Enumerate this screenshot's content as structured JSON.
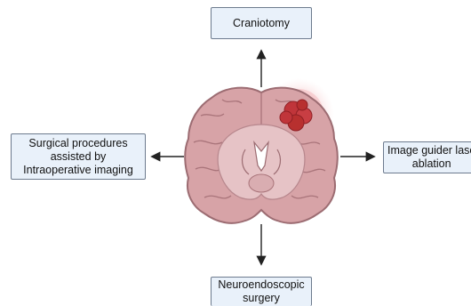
{
  "nodes": {
    "top": {
      "line1": "Craniotomy"
    },
    "left": {
      "line1": "Surgical procedures",
      "line2": "assisted by",
      "line3": "Intraoperative imaging"
    },
    "right": {
      "line1": "Image guider lase",
      "line2": "ablation"
    },
    "bottom": {
      "line1": "Neuroendoscopic",
      "line2": "surgery"
    }
  },
  "center": {
    "image": "brain-coronal-section-with-tumor"
  },
  "colors": {
    "box_fill": "#e9f1fa",
    "box_border": "#6d7b8e",
    "brain_fill": "#d7a3a7",
    "brain_outline": "#9c6c72",
    "tumor": "#c0353a",
    "tumor_glow": "#f5c9cc",
    "arrow": "#222222"
  }
}
